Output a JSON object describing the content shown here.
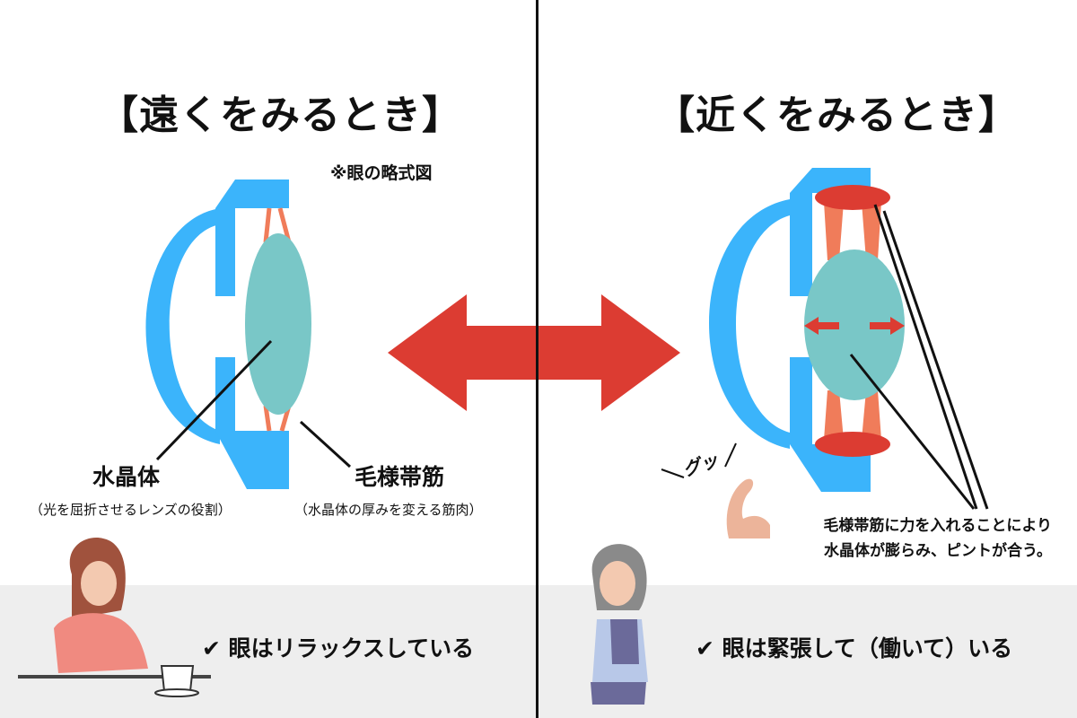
{
  "left": {
    "title": "【遠くをみるとき】",
    "schematic_note": "※眼の略式図",
    "lens_label": "水晶体",
    "lens_desc": "（光を屈折させるレンズの役割）",
    "muscle_label": "毛様帯筋",
    "muscle_desc": "（水晶体の厚みを変える筋肉）",
    "status": "✔ 眼はリラックスしている"
  },
  "right": {
    "title": "【近くをみるとき】",
    "sound_effect": "グッ",
    "explanation_line1": "毛様帯筋に力を入れることにより",
    "explanation_line2": "水晶体が膨らみ、ピントが合う。",
    "status": "✔ 眼は緊張して（働いて）いる"
  },
  "colors": {
    "eye_blue": "#3bb4fb",
    "lens": "#79c7c7",
    "zonule": "#f07c5a",
    "muscle_red": "#dc3c32",
    "band": "#eeeeee"
  }
}
